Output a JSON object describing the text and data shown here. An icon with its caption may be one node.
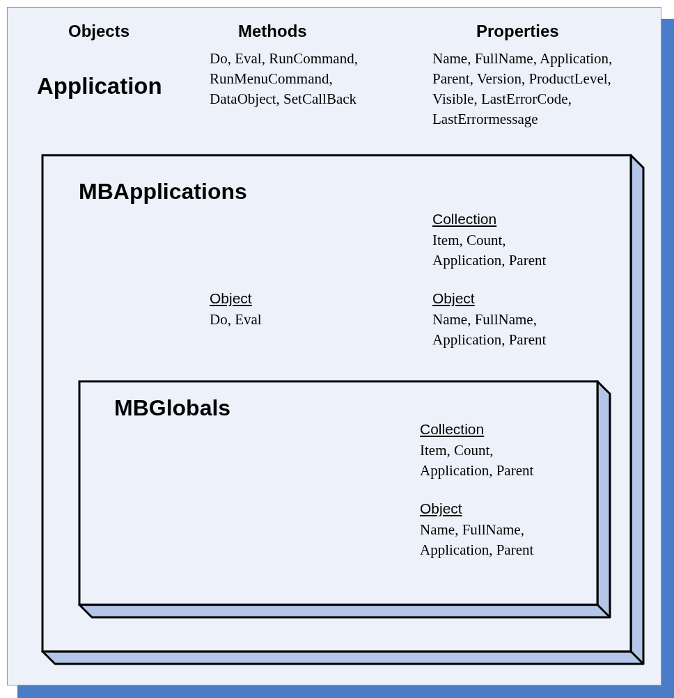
{
  "diagram": {
    "nodes": [
      {
        "text": [
          "Objects",
          "Methods",
          "Properties",
          "Application",
          "Do, Eval, RunCommand, RunMenuCommand, DataObject, SetCallBack",
          "Name, FullName, Application, Parent, Version, ProductLevel, Visible, LastErrorCode, LastErrormessage"
        ]
      },
      {
        "text": [
          "MBApplications",
          "Collection",
          "Item, Count, Application, Parent",
          "Object",
          "Do, Eval",
          "Object",
          "Name, FullName, Application, Parent"
        ],
        "in": 0
      },
      {
        "text": [
          "MBGlobals",
          "Collection",
          "Item, Count, Application, Parent",
          "Object",
          "Name, FullName, Application, Parent"
        ],
        "in": 1
      }
    ]
  }
}
